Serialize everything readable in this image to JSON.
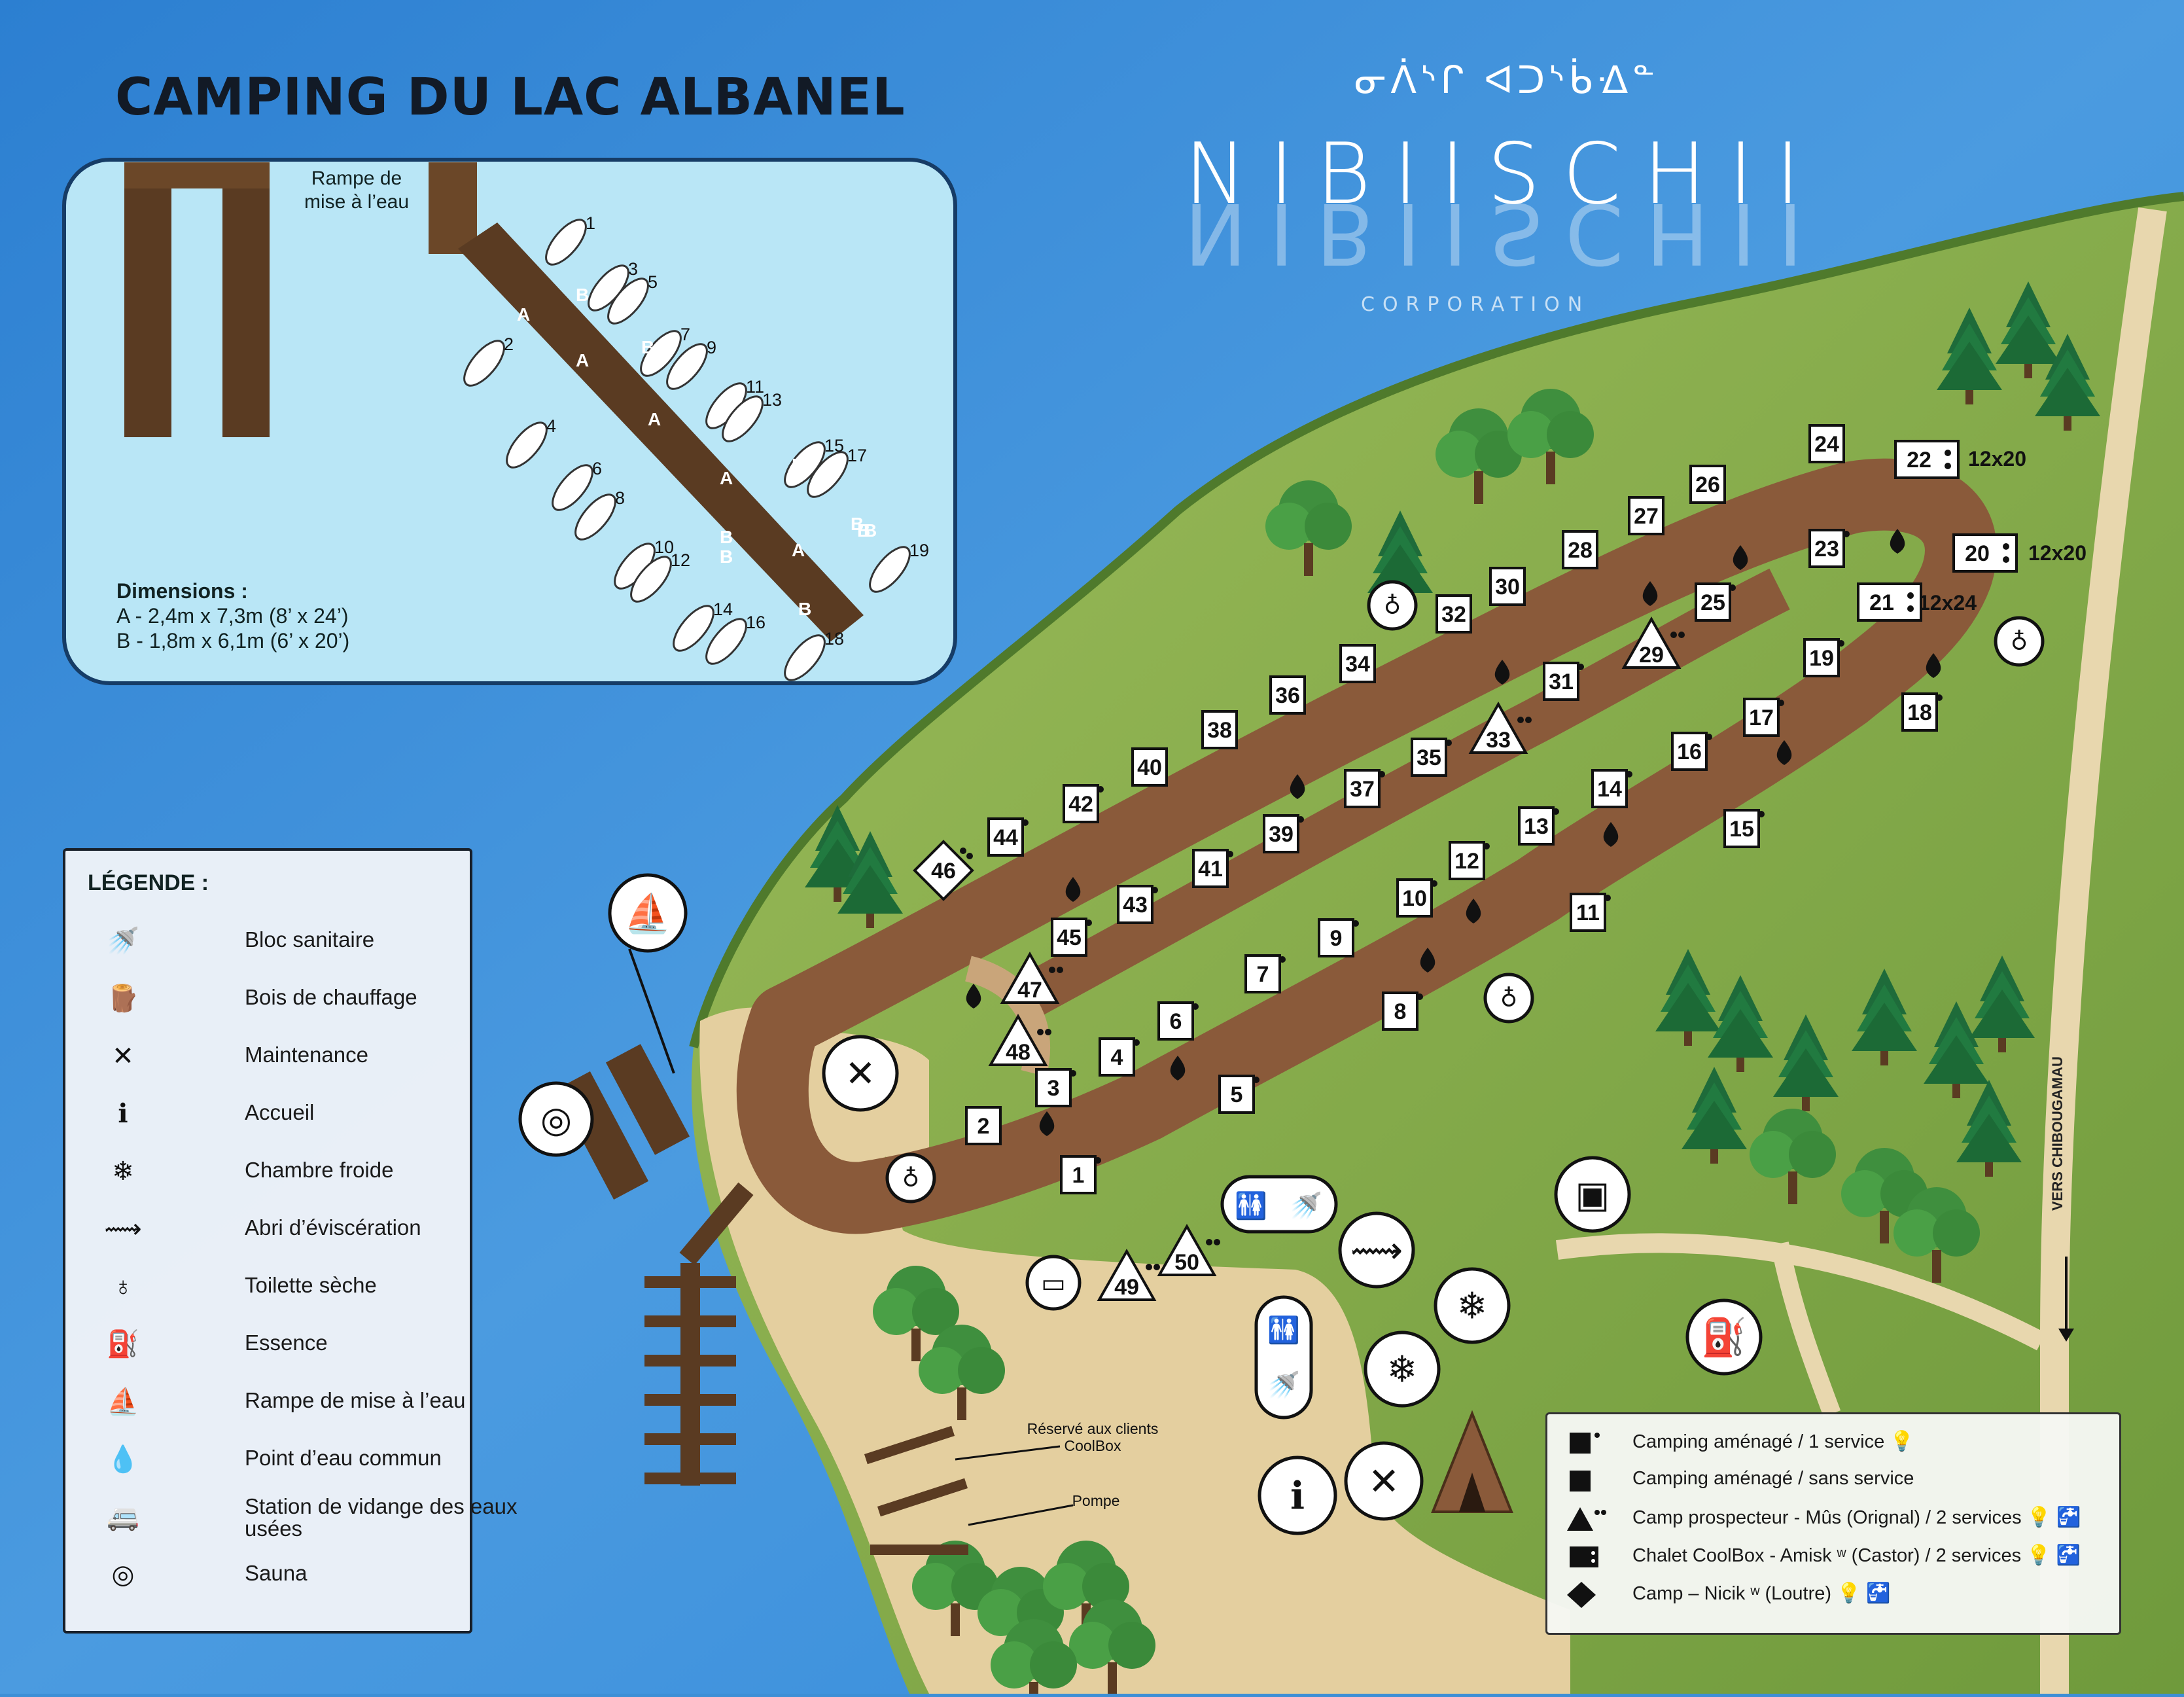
{
  "title": "CAMPING DU LAC ALBANEL",
  "brand": {
    "syllabics": "ᓂᐲᔅᒋ ᐊᑐᔅᑳᐎᓐ",
    "name": "NIBIISCHII",
    "subtitle": "CORPORATION"
  },
  "inset": {
    "ramp_label": "Rampe de mise à l’eau",
    "dimensions_title": "Dimensions :",
    "dimension_a": "A - 2,4m x 7,3m (8’ x 24’)",
    "dimension_b": "B - 1,8m x 6,1m (6’ x 20’)",
    "slip_numbers": [
      "1",
      "2",
      "3",
      "4",
      "5",
      "6",
      "7",
      "8",
      "9",
      "10",
      "11",
      "12",
      "13",
      "14",
      "15",
      "16",
      "17",
      "18",
      "19"
    ],
    "dock_letters": [
      "A",
      "B",
      "A",
      "B",
      "A",
      "B",
      "A",
      "B",
      "A",
      "B",
      "B",
      "B",
      "B",
      "B",
      "B",
      "B",
      "B"
    ]
  },
  "legend": {
    "title": "LÉGENDE :",
    "items": [
      {
        "label": "Bloc sanitaire",
        "icon": "shower-toilet-icon"
      },
      {
        "label": "Bois de chauffage",
        "icon": "firewood-icon"
      },
      {
        "label": "Maintenance",
        "icon": "wrench-screwdriver-icon"
      },
      {
        "label": "Accueil",
        "icon": "info-icon"
      },
      {
        "label": "Chambre froide",
        "icon": "snowflake-icon"
      },
      {
        "label": "Abri d’éviscération",
        "icon": "fish-bone-icon"
      },
      {
        "label": "Toilette sèche",
        "icon": "dry-toilet-icon"
      },
      {
        "label": "Essence",
        "icon": "fuel-pump-icon"
      },
      {
        "label": "Rampe de mise à l’eau",
        "icon": "boat-ramp-icon"
      },
      {
        "label": "Point d’eau commun",
        "icon": "water-drop-icon"
      },
      {
        "label": "Station de vidange des eaux usées",
        "icon": "rv-dump-icon"
      },
      {
        "label": "Sauna",
        "icon": "sauna-icon"
      }
    ]
  },
  "key": {
    "items": [
      {
        "label": "Camping aménagé / 1 service",
        "symbol": "square-dot",
        "icons": [
          "bulb-icon"
        ]
      },
      {
        "label": "Camping aménagé / sans service",
        "symbol": "square",
        "icons": []
      },
      {
        "label": "Camp prospecteur - Mûs (Orignal) / 2 services",
        "symbol": "triangle",
        "icons": [
          "bulb-icon",
          "faucet-icon"
        ]
      },
      {
        "label": "Chalet CoolBox - Amisk ʷ (Castor) / 2 services",
        "symbol": "chalet",
        "icons": [
          "bulb-icon",
          "faucet-icon"
        ]
      },
      {
        "label": "Camp – Nicik ʷ (Loutre)",
        "symbol": "diamond",
        "icons": [
          "bulb-icon",
          "faucet-icon"
        ]
      }
    ]
  },
  "notes": {
    "coolbox_reserved": "Réservé aux clients CoolBox",
    "pump": "Pompe",
    "road": "VERS CHIBOUGAMAU"
  },
  "chalet_sizes": {
    "s22": "12x20",
    "s20": "12x20",
    "s21": "12x24"
  },
  "sites": [
    {
      "n": "1",
      "type": "square-dot"
    },
    {
      "n": "2",
      "type": "square"
    },
    {
      "n": "3",
      "type": "square-dot"
    },
    {
      "n": "4",
      "type": "square-dot"
    },
    {
      "n": "5",
      "type": "square-dot"
    },
    {
      "n": "6",
      "type": "square-dot"
    },
    {
      "n": "7",
      "type": "square-dot"
    },
    {
      "n": "8",
      "type": "square-dot"
    },
    {
      "n": "9",
      "type": "square-dot"
    },
    {
      "n": "10",
      "type": "square-dot"
    },
    {
      "n": "11",
      "type": "square-dot"
    },
    {
      "n": "12",
      "type": "square-dot"
    },
    {
      "n": "13",
      "type": "square-dot"
    },
    {
      "n": "14",
      "type": "square-dot"
    },
    {
      "n": "15",
      "type": "square-dot"
    },
    {
      "n": "16",
      "type": "square-dot"
    },
    {
      "n": "17",
      "type": "square-dot"
    },
    {
      "n": "18",
      "type": "square-dot"
    },
    {
      "n": "19",
      "type": "square-dot"
    },
    {
      "n": "20",
      "type": "chalet"
    },
    {
      "n": "21",
      "type": "chalet"
    },
    {
      "n": "22",
      "type": "chalet"
    },
    {
      "n": "23",
      "type": "square-dot"
    },
    {
      "n": "24",
      "type": "square"
    },
    {
      "n": "25",
      "type": "square-dot"
    },
    {
      "n": "26",
      "type": "square"
    },
    {
      "n": "27",
      "type": "square"
    },
    {
      "n": "28",
      "type": "square"
    },
    {
      "n": "29",
      "type": "triangle"
    },
    {
      "n": "30",
      "type": "square"
    },
    {
      "n": "31",
      "type": "square-dot"
    },
    {
      "n": "32",
      "type": "square"
    },
    {
      "n": "33",
      "type": "triangle"
    },
    {
      "n": "34",
      "type": "square"
    },
    {
      "n": "35",
      "type": "square-dot"
    },
    {
      "n": "36",
      "type": "square"
    },
    {
      "n": "37",
      "type": "square-dot"
    },
    {
      "n": "38",
      "type": "square"
    },
    {
      "n": "39",
      "type": "square-dot"
    },
    {
      "n": "40",
      "type": "square"
    },
    {
      "n": "41",
      "type": "square-dot"
    },
    {
      "n": "42",
      "type": "square-dot"
    },
    {
      "n": "43",
      "type": "square-dot"
    },
    {
      "n": "44",
      "type": "square-dot"
    },
    {
      "n": "45",
      "type": "square-dot"
    },
    {
      "n": "46",
      "type": "diamond"
    },
    {
      "n": "47",
      "type": "triangle"
    },
    {
      "n": "48",
      "type": "triangle"
    },
    {
      "n": "49",
      "type": "triangle"
    },
    {
      "n": "50",
      "type": "triangle"
    }
  ],
  "colors": {
    "water": "#3d8fd6",
    "grass": "#7fa24a",
    "sand": "#e4cf9f",
    "path": "#8a5a3a",
    "dock": "#5a3b22",
    "inset_water": "#b9e6f6"
  }
}
